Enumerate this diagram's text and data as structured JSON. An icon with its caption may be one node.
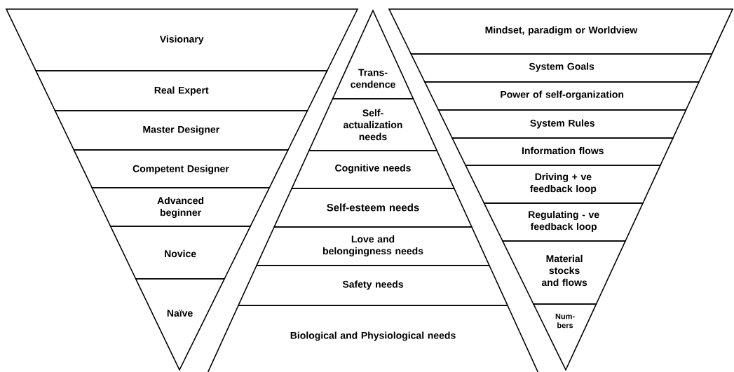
{
  "diagram": {
    "nodes": [
      {
        "text": [
          "Visionary"
        ]
      },
      {
        "text": [
          "Real Expert"
        ]
      },
      {
        "text": [
          "Master Designer"
        ]
      },
      {
        "text": [
          "Competent Designer"
        ]
      },
      {
        "text": [
          "Advanced beginner"
        ]
      },
      {
        "text": [
          "Novice"
        ]
      },
      {
        "text": [
          "Naïve"
        ]
      },
      {
        "text": [
          "Trans- cendence"
        ]
      },
      {
        "text": [
          "Self- actualization needs"
        ]
      },
      {
        "text": [
          "Cognitive needs"
        ]
      },
      {
        "text": [
          "Self-esteem needs"
        ]
      },
      {
        "text": [
          "Love and belongingness needs"
        ]
      },
      {
        "text": [
          "Safety needs"
        ]
      },
      {
        "text": [
          "Biological and Physiological needs"
        ]
      },
      {
        "text": [
          "Mindset, paradigm or Worldview"
        ]
      },
      {
        "text": [
          "System Goals"
        ]
      },
      {
        "text": [
          "Power of self-organization"
        ]
      },
      {
        "text": [
          "System Rules"
        ]
      },
      {
        "text": [
          "Information flows"
        ]
      },
      {
        "text": [
          "Driving + ve feedback loop"
        ]
      },
      {
        "text": [
          "Regulating - ve feedback loop"
        ]
      },
      {
        "text": [
          "Material stocks and flows"
        ]
      },
      {
        "text": [
          "Num- bers"
        ]
      }
    ]
  }
}
